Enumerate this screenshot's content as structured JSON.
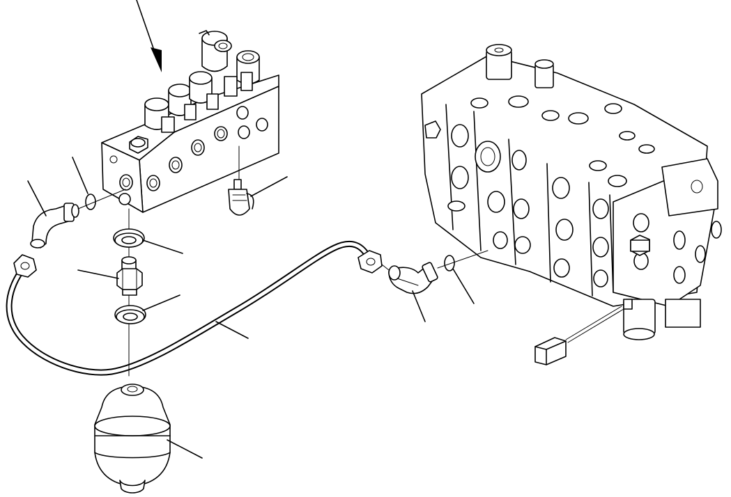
{
  "diagram": {
    "kind": "exploded parts illustration",
    "printed_text": [],
    "colors": {
      "line": "#000000",
      "background": "#ffffff"
    },
    "parts": [
      "solenoid-valve-block",
      "main-control-valve",
      "elbow-fitting-left",
      "elbow-fitting-right",
      "o-ring-left",
      "o-ring-right",
      "seal-washer-upper",
      "seal-washer-lower",
      "adapter-union",
      "hydraulic-tube",
      "accumulator",
      "sensor-connector",
      "electrical-connector"
    ],
    "callout_count": 10
  }
}
